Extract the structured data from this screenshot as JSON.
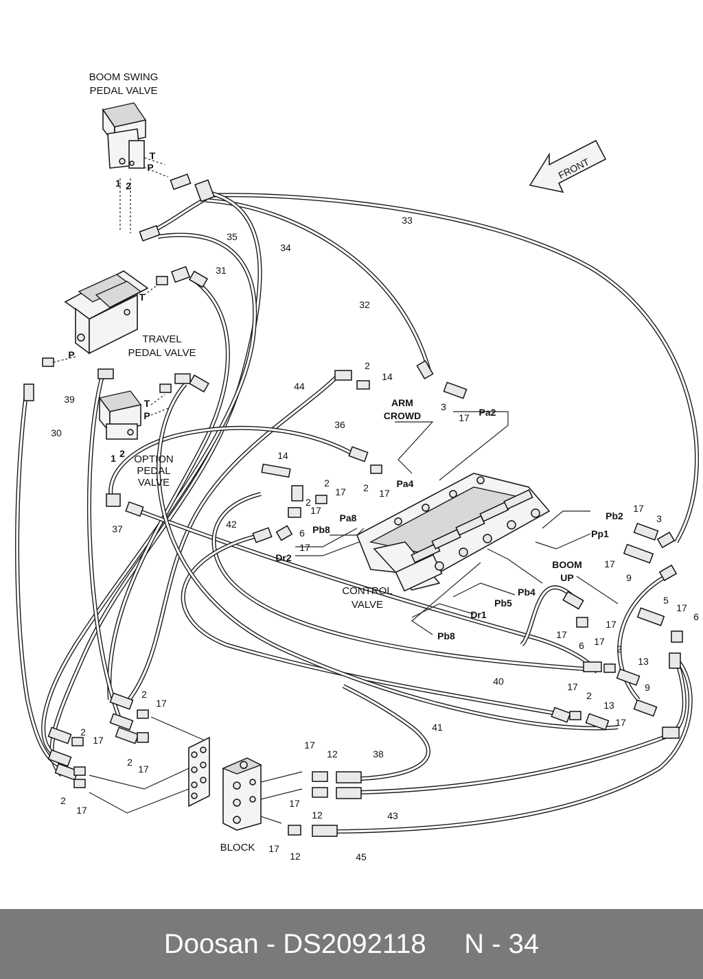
{
  "components": {
    "boom_swing_pedal_valve": [
      "BOOM SWING",
      "PEDAL VALVE"
    ],
    "travel_pedal_valve": [
      "TRAVEL",
      "PEDAL VALVE"
    ],
    "option_pedal_valve": [
      "OPTION",
      "PEDAL",
      "VALVE"
    ],
    "control_valve": [
      "CONTROL",
      "VALVE"
    ],
    "block": "BLOCK",
    "front_arrow": "FRONT"
  },
  "ports": {
    "T": "T",
    "P": "P",
    "arm_crowd": [
      "ARM",
      "CROWD"
    ],
    "boom_up": [
      "BOOM",
      "UP"
    ],
    "Pa2": "Pa2",
    "Pa4": "Pa4",
    "Pa8": "Pa8",
    "Pb2": "Pb2",
    "Pb4": "Pb4",
    "Pb5": "Pb5",
    "Pb8": "Pb8",
    "Pp1": "Pp1",
    "Dr1": "Dr1",
    "Dr2": "Dr2"
  },
  "part_numbers": {
    "n1": "1",
    "n2": "2",
    "n3": "3",
    "n5": "5",
    "n6": "6",
    "n9": "9",
    "n12": "12",
    "n13": "13",
    "n14": "14",
    "n17": "17",
    "n30": "30",
    "n31": "31",
    "n32": "32",
    "n33": "33",
    "n34": "34",
    "n35": "35",
    "n36": "36",
    "n37": "37",
    "n38": "38",
    "n39": "39",
    "n40": "40",
    "n41": "41",
    "n42": "42",
    "n43": "43",
    "n44": "44",
    "n45": "45"
  },
  "footer": {
    "brand": "Doosan",
    "separator": " - ",
    "part_code": "DS2092118",
    "page": "N - 34"
  }
}
